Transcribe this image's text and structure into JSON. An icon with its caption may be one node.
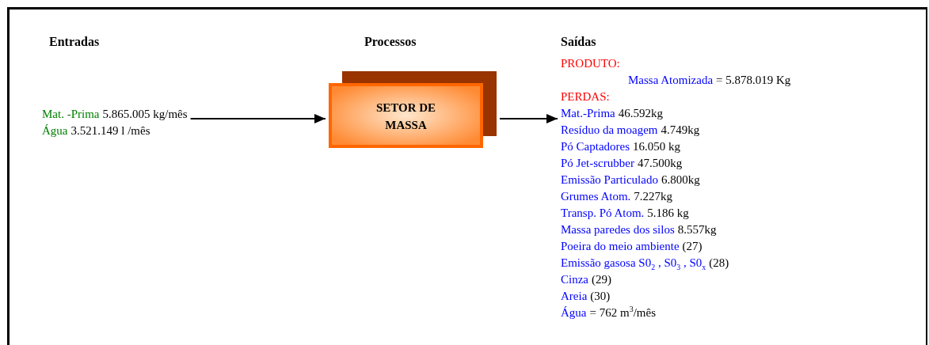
{
  "diagram": {
    "nodes": [
      {
        "text": [
          "Mat. -Prima",
          "5.865.005 kg/mês",
          "Água",
          "3.521.149 l /mês"
        ]
      },
      {
        "text": [
          "SETOR DE MASSA"
        ]
      },
      {
        "text": [
          "PRODUTO:",
          "Massa Atomizada",
          "= 5.878.019 Kg",
          "PERDAS:",
          "Mat.-Prima",
          "46.592kg",
          "Resíduo da moagem",
          "4.749kg",
          "Pó Captadores",
          "16.050 kg",
          "Pó Jet-scrubber",
          "47.500kg",
          "Emissão Particulado",
          "6.800kg",
          "Grumes Atom.",
          "7.227kg",
          "Transp. Pó Atom.",
          "5.186 kg",
          "Massa paredes dos silos",
          "8.557kg",
          "Poeira do meio ambiente",
          "(27)",
          "Emissão gasosa S0$_{2}$ , S0$_{3}$ , S0$_{x}$",
          "(28)",
          "Cinza",
          "(29)",
          "Areia",
          "(30)",
          "Água",
          "= 762 m$^{3}$/mês"
        ]
      }
    ],
    "edges": [
      {
        "from": 0,
        "to": 1,
        "arrow": "to"
      },
      {
        "from": 1,
        "to": 2,
        "arrow": "to"
      }
    ],
    "labels": [
      "Entradas",
      "Processos",
      "Saídas"
    ]
  }
}
